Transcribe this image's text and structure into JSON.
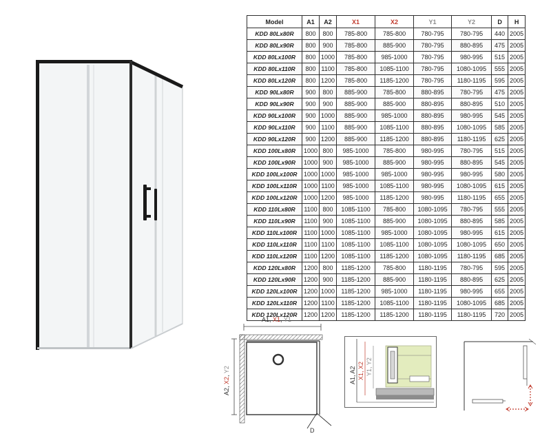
{
  "table": {
    "headers": [
      {
        "label": "Model",
        "color": "#222222"
      },
      {
        "label": "A1",
        "color": "#222222"
      },
      {
        "label": "A2",
        "color": "#222222"
      },
      {
        "label": "X1",
        "color": "#c0392b"
      },
      {
        "label": "X2",
        "color": "#c0392b"
      },
      {
        "label": "Y1",
        "color": "#8a8a8a"
      },
      {
        "label": "Y2",
        "color": "#8a8a8a"
      },
      {
        "label": "D",
        "color": "#222222"
      },
      {
        "label": "H",
        "color": "#222222"
      }
    ],
    "rows": [
      [
        "KDD 80Lx80R",
        "800",
        "800",
        "785-800",
        "785-800",
        "780-795",
        "780-795",
        "440",
        "2005"
      ],
      [
        "KDD 80Lx90R",
        "800",
        "900",
        "785-800",
        "885-900",
        "780-795",
        "880-895",
        "475",
        "2005"
      ],
      [
        "KDD 80Lx100R",
        "800",
        "1000",
        "785-800",
        "985-1000",
        "780-795",
        "980-995",
        "515",
        "2005"
      ],
      [
        "KDD 80Lx110R",
        "800",
        "1100",
        "785-800",
        "1085-1100",
        "780-795",
        "1080-1095",
        "555",
        "2005"
      ],
      [
        "KDD 80Lx120R",
        "800",
        "1200",
        "785-800",
        "1185-1200",
        "780-795",
        "1180-1195",
        "595",
        "2005"
      ],
      [
        "KDD 90Lx80R",
        "900",
        "800",
        "885-900",
        "785-800",
        "880-895",
        "780-795",
        "475",
        "2005"
      ],
      [
        "KDD 90Lx90R",
        "900",
        "900",
        "885-900",
        "885-900",
        "880-895",
        "880-895",
        "510",
        "2005"
      ],
      [
        "KDD 90Lx100R",
        "900",
        "1000",
        "885-900",
        "985-1000",
        "880-895",
        "980-995",
        "545",
        "2005"
      ],
      [
        "KDD 90Lx110R",
        "900",
        "1100",
        "885-900",
        "1085-1100",
        "880-895",
        "1080-1095",
        "585",
        "2005"
      ],
      [
        "KDD 90Lx120R",
        "900",
        "1200",
        "885-900",
        "1185-1200",
        "880-895",
        "1180-1195",
        "625",
        "2005"
      ],
      [
        "KDD 100Lx80R",
        "1000",
        "800",
        "985-1000",
        "785-800",
        "980-995",
        "780-795",
        "515",
        "2005"
      ],
      [
        "KDD 100Lx90R",
        "1000",
        "900",
        "985-1000",
        "885-900",
        "980-995",
        "880-895",
        "545",
        "2005"
      ],
      [
        "KDD 100Lx100R",
        "1000",
        "1000",
        "985-1000",
        "985-1000",
        "980-995",
        "980-995",
        "580",
        "2005"
      ],
      [
        "KDD 100Lx110R",
        "1000",
        "1100",
        "985-1000",
        "1085-1100",
        "980-995",
        "1080-1095",
        "615",
        "2005"
      ],
      [
        "KDD 100Lx120R",
        "1000",
        "1200",
        "985-1000",
        "1185-1200",
        "980-995",
        "1180-1195",
        "655",
        "2005"
      ],
      [
        "KDD 110Lx80R",
        "1100",
        "800",
        "1085-1100",
        "785-800",
        "1080-1095",
        "780-795",
        "555",
        "2005"
      ],
      [
        "KDD 110Lx90R",
        "1100",
        "900",
        "1085-1100",
        "885-900",
        "1080-1095",
        "880-895",
        "585",
        "2005"
      ],
      [
        "KDD 110Lx100R",
        "1100",
        "1000",
        "1085-1100",
        "985-1000",
        "1080-1095",
        "980-995",
        "615",
        "2005"
      ],
      [
        "KDD 110Lx110R",
        "1100",
        "1100",
        "1085-1100",
        "1085-1100",
        "1080-1095",
        "1080-1095",
        "650",
        "2005"
      ],
      [
        "KDD 110Lx120R",
        "1100",
        "1200",
        "1085-1100",
        "1185-1200",
        "1080-1095",
        "1180-1195",
        "685",
        "2005"
      ],
      [
        "KDD 120Lx80R",
        "1200",
        "800",
        "1185-1200",
        "785-800",
        "1180-1195",
        "780-795",
        "595",
        "2005"
      ],
      [
        "KDD 120Lx90R",
        "1200",
        "900",
        "1185-1200",
        "885-900",
        "1180-1195",
        "880-895",
        "625",
        "2005"
      ],
      [
        "KDD 120Lx100R",
        "1200",
        "1000",
        "1185-1200",
        "985-1000",
        "1180-1195",
        "980-995",
        "655",
        "2005"
      ],
      [
        "KDD 120Lx110R",
        "1200",
        "1100",
        "1185-1200",
        "1085-1100",
        "1180-1195",
        "1080-1095",
        "685",
        "2005"
      ],
      [
        "KDD 120Lx120R",
        "1200",
        "1200",
        "1185-1200",
        "1185-1200",
        "1180-1195",
        "1180-1195",
        "720",
        "2005"
      ]
    ]
  },
  "plan_view": {
    "width_label": {
      "a1": "A1",
      "sep1": ", ",
      "x1": "X1",
      "sep2": ", ",
      "y1": "Y1"
    },
    "depth_label": {
      "a2": "A2",
      "sep1": ", ",
      "x2": "X2",
      "sep2": ", ",
      "y2": "Y2"
    },
    "door_label": "D"
  },
  "profile_view": {
    "label_a": "A1, A2",
    "label_x": "X1, X2",
    "label_y": "Y1, Y2"
  },
  "colors": {
    "frame": "#1a1a1a",
    "glass": "#f3f5f6",
    "accent_red": "#c0392b",
    "accent_gray": "#8a8a8a",
    "highlight": "#e3ecbe"
  }
}
